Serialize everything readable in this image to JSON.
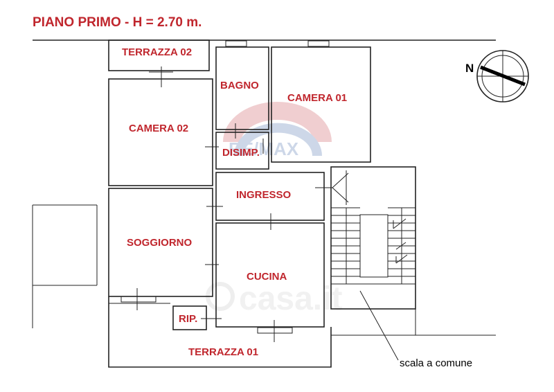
{
  "title": "PIANO PRIMO - H = 2.70 m.",
  "rooms": {
    "terrazza02": "TERRAZZA 02",
    "bagno": "BAGNO",
    "camera01": "CAMERA 01",
    "camera02": "CAMERA 02",
    "disimp": "DISIMP.",
    "ingresso": "INGRESSO",
    "soggiorno": "SOGGIORNO",
    "cucina": "CUCINA",
    "rip": "RIP.",
    "terrazza01": "TERRAZZA 01"
  },
  "annotations": {
    "stairs": "scala a comune",
    "north": "N"
  },
  "watermarks": {
    "remax": "RE/MAX",
    "casa": "casa.it"
  },
  "colors": {
    "label": "#c0262d",
    "line": "#222222",
    "watermark": "#d9d9d9"
  }
}
